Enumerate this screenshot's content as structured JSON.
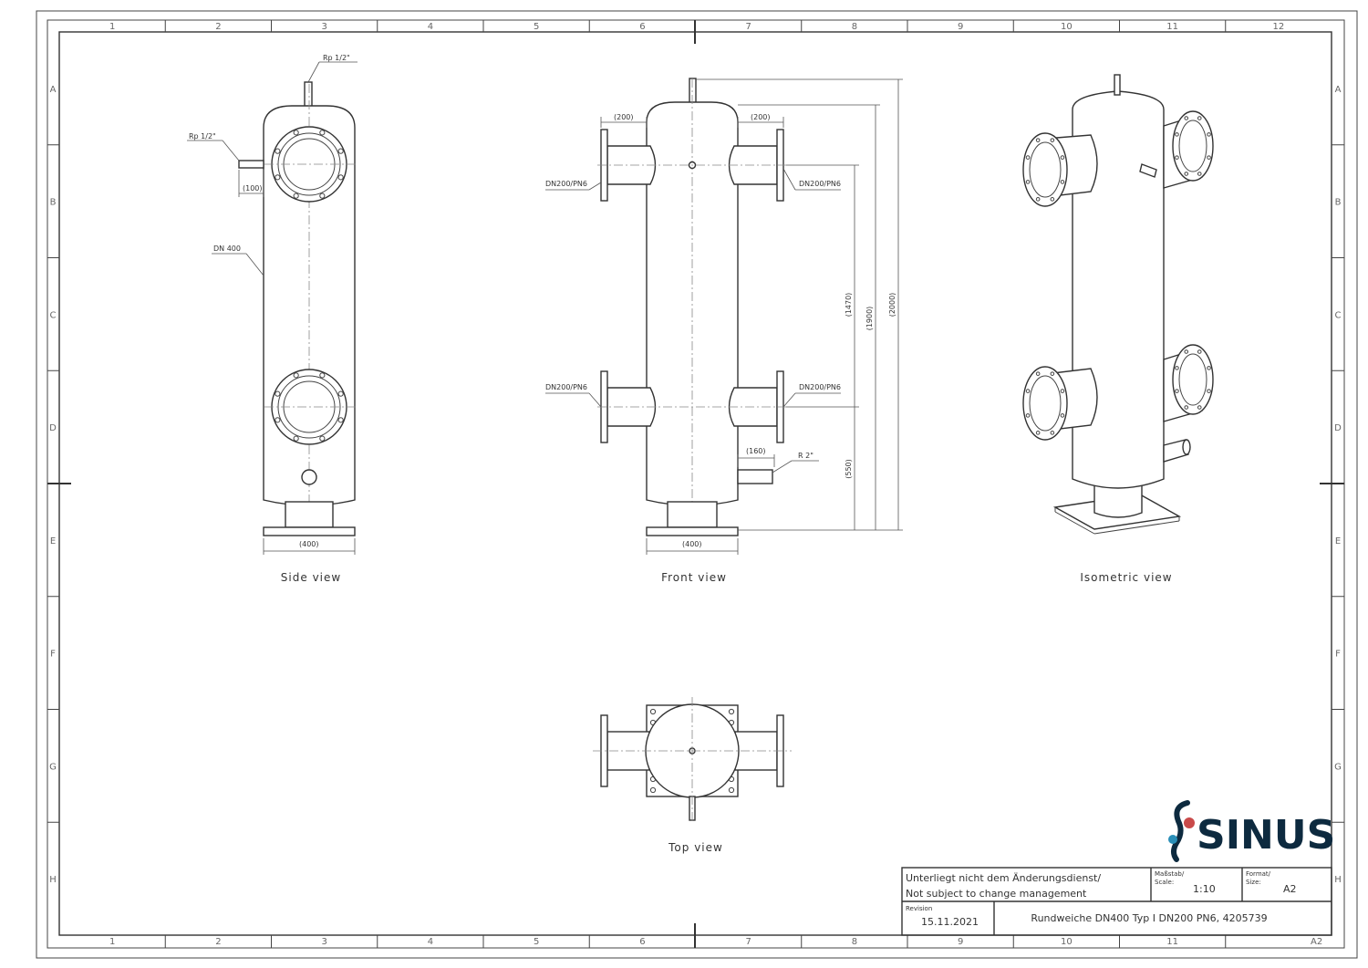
{
  "zones": {
    "columns": [
      "1",
      "2",
      "3",
      "4",
      "5",
      "6",
      "7",
      "8",
      "9",
      "10",
      "11",
      "12"
    ],
    "rows": [
      "A",
      "B",
      "C",
      "D",
      "E",
      "F",
      "G",
      "H"
    ]
  },
  "views": {
    "side": "Side view",
    "front": "Front view",
    "isometric": "Isometric view",
    "top": "Top view"
  },
  "annotations": {
    "rp_top": "Rp 1/2\"",
    "rp_side": "Rp 1/2\"",
    "side_offset": "(100)",
    "dn400": "DN 400",
    "side_base_width": "(400)",
    "front_offset_left": "(200)",
    "front_offset_right": "(200)",
    "flange_upper_left": "DN200/PN6",
    "flange_upper_right": "DN200/PN6",
    "flange_lower_left": "DN200/PN6",
    "flange_lower_right": "DN200/PN6",
    "drain_offset": "(160)",
    "drain_thread": "R 2\"",
    "front_base_width": "(400)",
    "height_1470": "(1470)",
    "height_1900": "(1900)",
    "height_2000": "(2000)",
    "height_550": "(550)"
  },
  "logo": {
    "text": "SINUS",
    "colors": [
      "#0d2a3f",
      "#c94a4a",
      "#2a8fb8"
    ]
  },
  "title_block": {
    "note_de": "Unterliegt nicht dem Änderungsdienst/",
    "note_en": "Not subject to change management",
    "scale_label_de": "Maßstab/",
    "scale_label_en": "Scale:",
    "scale_value": "1:10",
    "format_label_de": "Format/",
    "format_label_en": "Size:",
    "format_value": "A2",
    "revision_label": "Revision",
    "revision_date": "15.11.2021",
    "description": "Rundweiche DN400 Typ I DN200 PN6, 4205739"
  },
  "corner_size": "A2"
}
